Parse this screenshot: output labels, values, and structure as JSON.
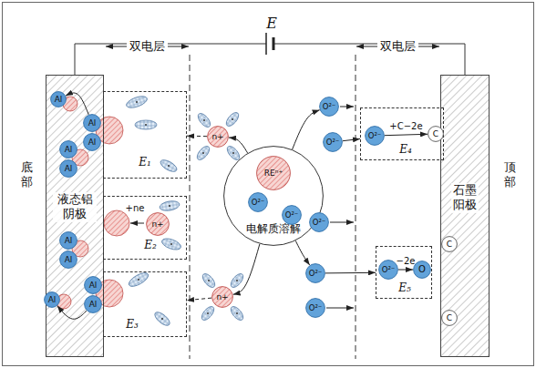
{
  "diagram": {
    "nodes": [
      {
        "text": [
          "液态铝阴极"
        ]
      },
      {
        "text": [
          "Al"
        ],
        "in": 0
      },
      {
        "text": [
          "Al"
        ],
        "in": 0
      },
      {
        "text": [
          "Al"
        ],
        "in": 0
      },
      {
        "text": [
          "Al"
        ],
        "in": 0
      },
      {
        "text": [
          "Al"
        ],
        "in": 0
      },
      {
        "text": [
          "Al"
        ],
        "in": 0
      },
      {
        "text": [
          "Al"
        ],
        "in": 0
      },
      {
        "text": [
          "Al"
        ],
        "in": 0
      },
      {
        "text": [
          "Al"
        ],
        "in": 0
      },
      {
        "text": [
          "Al"
        ],
        "in": 0
      },
      {
        "text": [
          "E₁"
        ]
      },
      {
        "text": [
          "E₂"
        ]
      },
      {
        "text": [
          "n+"
        ],
        "in": 12
      },
      {
        "text": [
          "E₃"
        ]
      },
      {
        "text": [
          "n+"
        ]
      },
      {
        "text": [
          "电解质溶解"
        ]
      },
      {
        "text": [
          "REⁿ⁺"
        ],
        "in": 16
      },
      {
        "text": [
          "O²⁻"
        ],
        "in": 16
      },
      {
        "text": [
          "O²⁻"
        ],
        "in": 16
      },
      {
        "text": [
          "n+"
        ]
      },
      {
        "text": [
          "石墨阳极"
        ]
      },
      {
        "text": [
          "C"
        ],
        "in": 21
      },
      {
        "text": [
          "C"
        ],
        "in": 21
      },
      {
        "text": [
          "O²⁻"
        ]
      },
      {
        "text": [
          "O²⁻"
        ]
      },
      {
        "text": [
          "E₄"
        ]
      },
      {
        "text": [
          "O²⁻"
        ],
        "in": 26
      },
      {
        "text": [
          "C"
        ],
        "in": 26
      },
      {
        "text": [
          "O²⁻"
        ]
      },
      {
        "text": [
          "O²⁻"
        ]
      },
      {
        "text": [
          "E₅"
        ]
      },
      {
        "text": [
          "O²⁻"
        ],
        "in": 31
      },
      {
        "text": [
          "O"
        ],
        "in": 31
      },
      {
        "text": [
          "O²⁻"
        ]
      }
    ],
    "edges": [
      {
        "from": 16,
        "to": 15,
        "arrow": "to"
      },
      {
        "from": 16,
        "to": 20,
        "arrow": "to"
      },
      {
        "from": 16,
        "to": 24,
        "arrow": "to"
      },
      {
        "from": 16,
        "to": 30,
        "arrow": "to"
      },
      {
        "from": 15,
        "to": 11,
        "arrow": "to"
      },
      {
        "from": 20,
        "to": 14,
        "arrow": "to"
      },
      {
        "from": 2,
        "to": 1,
        "arrow": "to"
      },
      {
        "from": 10,
        "to": 8,
        "arrow": "to"
      },
      {
        "from": 25,
        "to": 26,
        "arrow": "to"
      },
      {
        "from": 27,
        "to": 28,
        "label": "+C−2e",
        "arrow": "to"
      },
      {
        "from": 30,
        "to": 31,
        "arrow": "to"
      },
      {
        "from": 32,
        "to": 33,
        "label": "−2e",
        "arrow": "to"
      }
    ],
    "labels": [
      "E",
      "双电层",
      "双电层",
      "底部",
      "顶部",
      "+ne"
    ]
  }
}
